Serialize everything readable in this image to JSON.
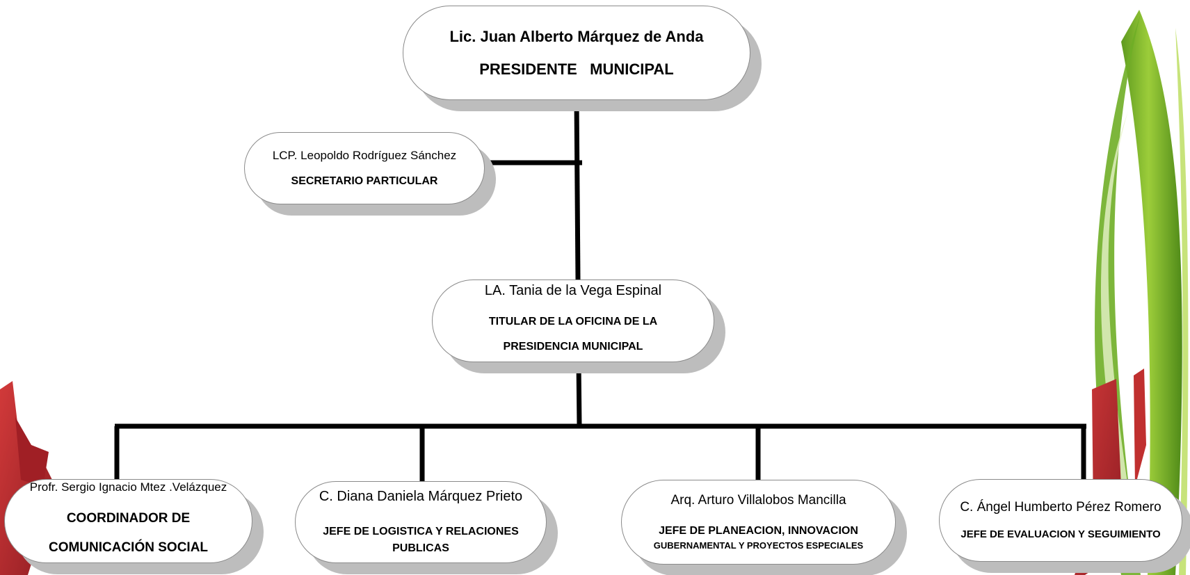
{
  "org_chart": {
    "president": {
      "name": "Lic. Juan Alberto Márquez de Anda",
      "title": "PRESIDENTE   MUNICIPAL"
    },
    "secretary": {
      "name": "LCP. Leopoldo Rodríguez Sánchez",
      "title": "SECRETARIO PARTICULAR"
    },
    "titular": {
      "name": "LA. Tania de la Vega Espinal",
      "title_line1": "TITULAR DE LA OFICINA DE LA",
      "title_line2": "PRESIDENCIA MUNICIPAL"
    },
    "subordinates": [
      {
        "name": "Profr. Sergio Ignacio Mtez .Velázquez",
        "title_line1": "COORDINADOR DE",
        "title_line2": "COMUNICACIÓN SOCIAL"
      },
      {
        "name": "C. Diana Daniela Márquez Prieto",
        "title_line1": "JEFE DE LOGISTICA Y RELACIONES",
        "title_line2": "PUBLICAS"
      },
      {
        "name": "Arq. Arturo Villalobos Mancilla",
        "title_line1": "JEFE DE PLANEACION, INNOVACION",
        "title_line2": "GUBERNAMENTAL Y PROYECTOS ESPECIALES"
      },
      {
        "name": "C. Ángel Humberto Pérez Romero",
        "title_line1": "JEFE DE EVALUACION Y SEGUIMIENTO"
      }
    ]
  },
  "colors": {
    "connector": "#000000",
    "node_border": "#8a8a8a",
    "node_shadow": "#bdbdbd",
    "decor_green": "#7cb82f",
    "decor_red": "#b3272d"
  }
}
